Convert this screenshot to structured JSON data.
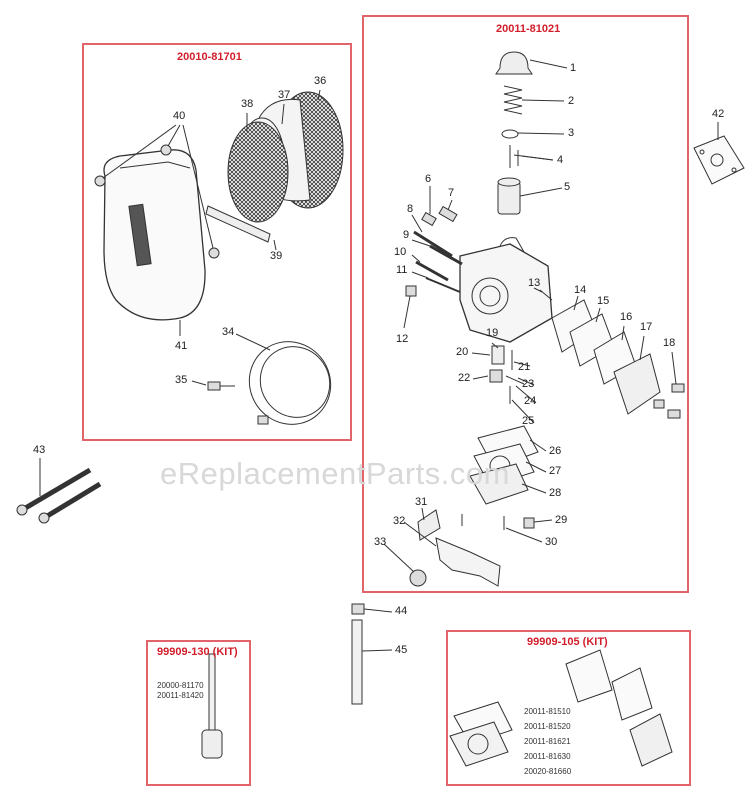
{
  "watermark": "eReplacementParts.com",
  "boxes": {
    "air_cleaner": {
      "title": "20010-81701"
    },
    "carburetor": {
      "title": "20011-81021"
    },
    "kit_130": {
      "title": "99909-130 (KIT)",
      "lines": [
        "20000-81170",
        "20011-81420"
      ]
    },
    "kit_105": {
      "title": "99909-105 (KIT)",
      "lines": [
        "20011-81510",
        "20011-81520",
        "20011-81621",
        "20011-81630",
        "20020-81660"
      ]
    }
  },
  "callouts": [
    "1",
    "2",
    "3",
    "4",
    "5",
    "6",
    "7",
    "8",
    "9",
    "10",
    "11",
    "12",
    "13",
    "14",
    "15",
    "16",
    "17",
    "18",
    "19",
    "20",
    "21",
    "22",
    "23",
    "24",
    "25",
    "26",
    "27",
    "28",
    "29",
    "30",
    "31",
    "32",
    "33",
    "34",
    "35",
    "36",
    "37",
    "38",
    "39",
    "40",
    "41",
    "42",
    "43",
    "44",
    "45"
  ]
}
